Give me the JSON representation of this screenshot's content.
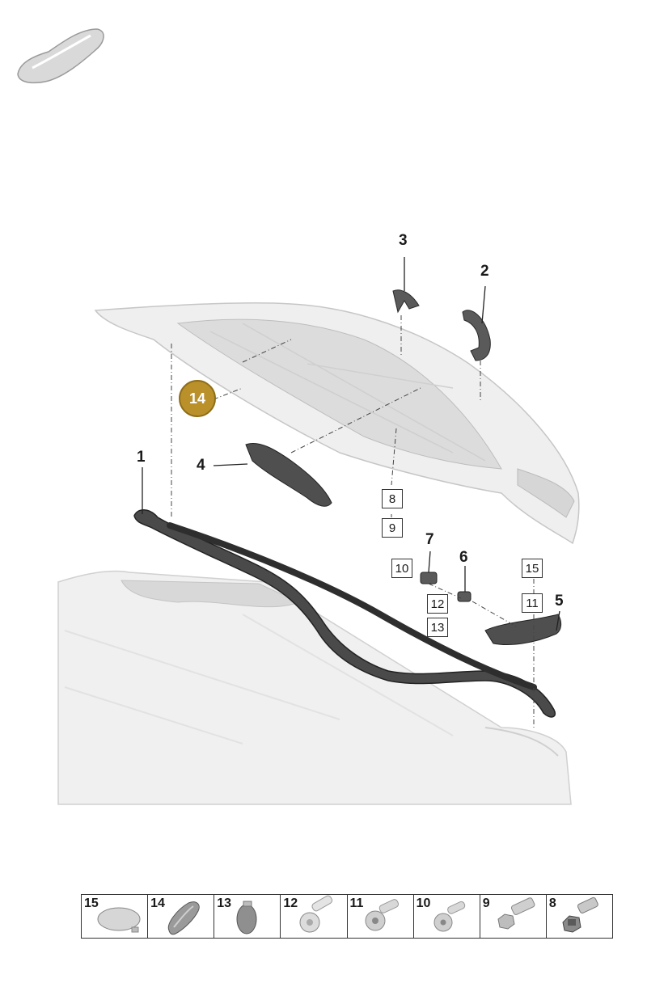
{
  "callouts": {
    "c1": "1",
    "c2": "2",
    "c3": "3",
    "c4": "4",
    "c5": "5",
    "c6": "6",
    "c7": "7"
  },
  "boxes": {
    "b8": "8",
    "b9": "9",
    "b10": "10",
    "b12": "12",
    "b13": "13",
    "b15": "15",
    "b11": "11"
  },
  "badge": "14",
  "legend": [
    {
      "number": "15",
      "icon": "cap-icon"
    },
    {
      "number": "14",
      "icon": "plug-icon"
    },
    {
      "number": "13",
      "icon": "clip-icon"
    },
    {
      "number": "12",
      "icon": "bolt-flange-icon"
    },
    {
      "number": "11",
      "icon": "screw-torx-icon"
    },
    {
      "number": "10",
      "icon": "screw-torx-small-icon"
    },
    {
      "number": "9",
      "icon": "screw-hex-icon"
    },
    {
      "number": "8",
      "icon": "nut-clip-icon"
    }
  ],
  "colors": {
    "badge": "#b9902a",
    "part_light": "#e6e6e6",
    "part_dark": "#3a3a3a"
  }
}
